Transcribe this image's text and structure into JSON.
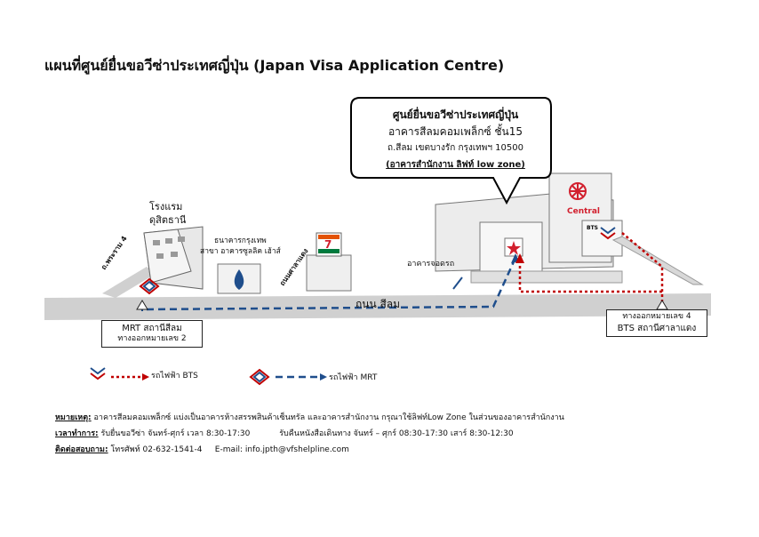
{
  "title": "แผนที่ศูนย์ยื่นขอวีซ่าประเทศญี่ปุ่น (Japan Visa Application Centre)",
  "bubble": {
    "line1": "ศูนย์ยื่นขอวีซ่าประเทศญี่ปุ่น",
    "line2": "อาคารสีลมคอมเพล็กซ์ ชั้น15",
    "line3": "ถ.สีลม เขตบางรัก กรุงเทพฯ 10500",
    "line4": "(อาคารสำนักงาน ลิฟท์ low zone)"
  },
  "map": {
    "hotel": "โรงแรม\nดุสิตธานี",
    "bank": "ธนาคารกรุงเทพ\nสาขา อาคารซูลลิค เฮ้าส์",
    "soi_pramuan": "ถ.พระราม 4",
    "soi_thaniya": "ถนนศาลาแดง",
    "road_silom": "ถนน สีลม",
    "entrance": "อาคารจอดรถ",
    "central": "Central",
    "bts_sign": "BTS",
    "mrt_station": "MRT สถานีสีลม",
    "mrt_exit": "ทางออกหมายเลข 2",
    "bts_exit": "ทางออกหมายเลข 4",
    "bts_station": "BTS สถานีศาลาแดง",
    "seven": "7"
  },
  "legend": {
    "bts": "รถไฟฟ้า BTS",
    "mrt": "รถไฟฟ้า MRT"
  },
  "notes": {
    "note_label": "หมายเหตุ:",
    "note_text": " อาคารสีลมคอมเพล็กซ์ แบ่งเป็นอาคารห้างสรรพสินค้าเซ็นทรัล และอาคารสำนักงาน กรุณาใช้ลิฟท์Low Zone ในส่วนของอาคารสำนักงาน",
    "hours_label": "เวลาทำการ:",
    "hours_text1": " รับยื่นขอวีซ่า จันทร์-ศุกร์ เวลา 8:30-17:30",
    "hours_text2": "รับคืนหนังสือเดินทาง จันทร์ – ศุกร์ 08:30-17:30 เสาร์ 8:30-12:30",
    "contact_label": "ติดต่อสอบถาม:",
    "contact_text": " โทรศัพท์ 02-632-1541-4     E-mail: info.jpth@vfshelpline.com"
  },
  "colors": {
    "road": "#d0d0d0",
    "bts_route": "#c00000",
    "mrt_route": "#1f4e8c",
    "central_red": "#d2202e"
  }
}
